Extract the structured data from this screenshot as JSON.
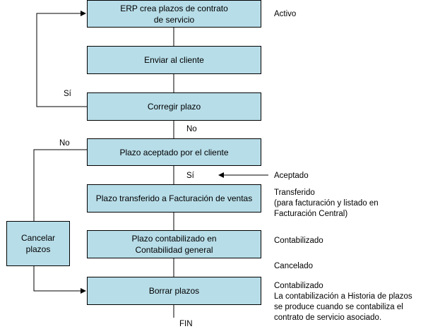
{
  "boxes": {
    "crea": "ERP crea plazos de contrato\nde servicio",
    "enviar": "Enviar al cliente",
    "corregir": "Corregir plazo",
    "aceptado": "Plazo aceptado por el cliente",
    "transferido": "Plazo transferido a Facturación de ventas",
    "contabilizado": "Plazo contabilizado en\nContabilidad general",
    "borrar": "Borrar plazos",
    "cancelar": "Cancelar\nplazos"
  },
  "flow_labels": {
    "si_loop": "Sí",
    "no_corregir": "No",
    "no_aceptado": "No",
    "si_aceptado": "Sí",
    "fin": "FIN"
  },
  "status": {
    "activo": "Activo",
    "aceptado": "Aceptado",
    "transferido": "Transferido\n(para facturación y listado en\nFacturación Central)",
    "contabilizado": "Contabilizado",
    "cancelado": "Cancelado",
    "contabilizado_final": "Contabilizado\nLa contabilización a Historia de plazos\nse produce cuando se contabiliza el\ncontrato de servicio asociado."
  },
  "colors": {
    "box_fill": "#b7dde8",
    "line": "#000000"
  }
}
